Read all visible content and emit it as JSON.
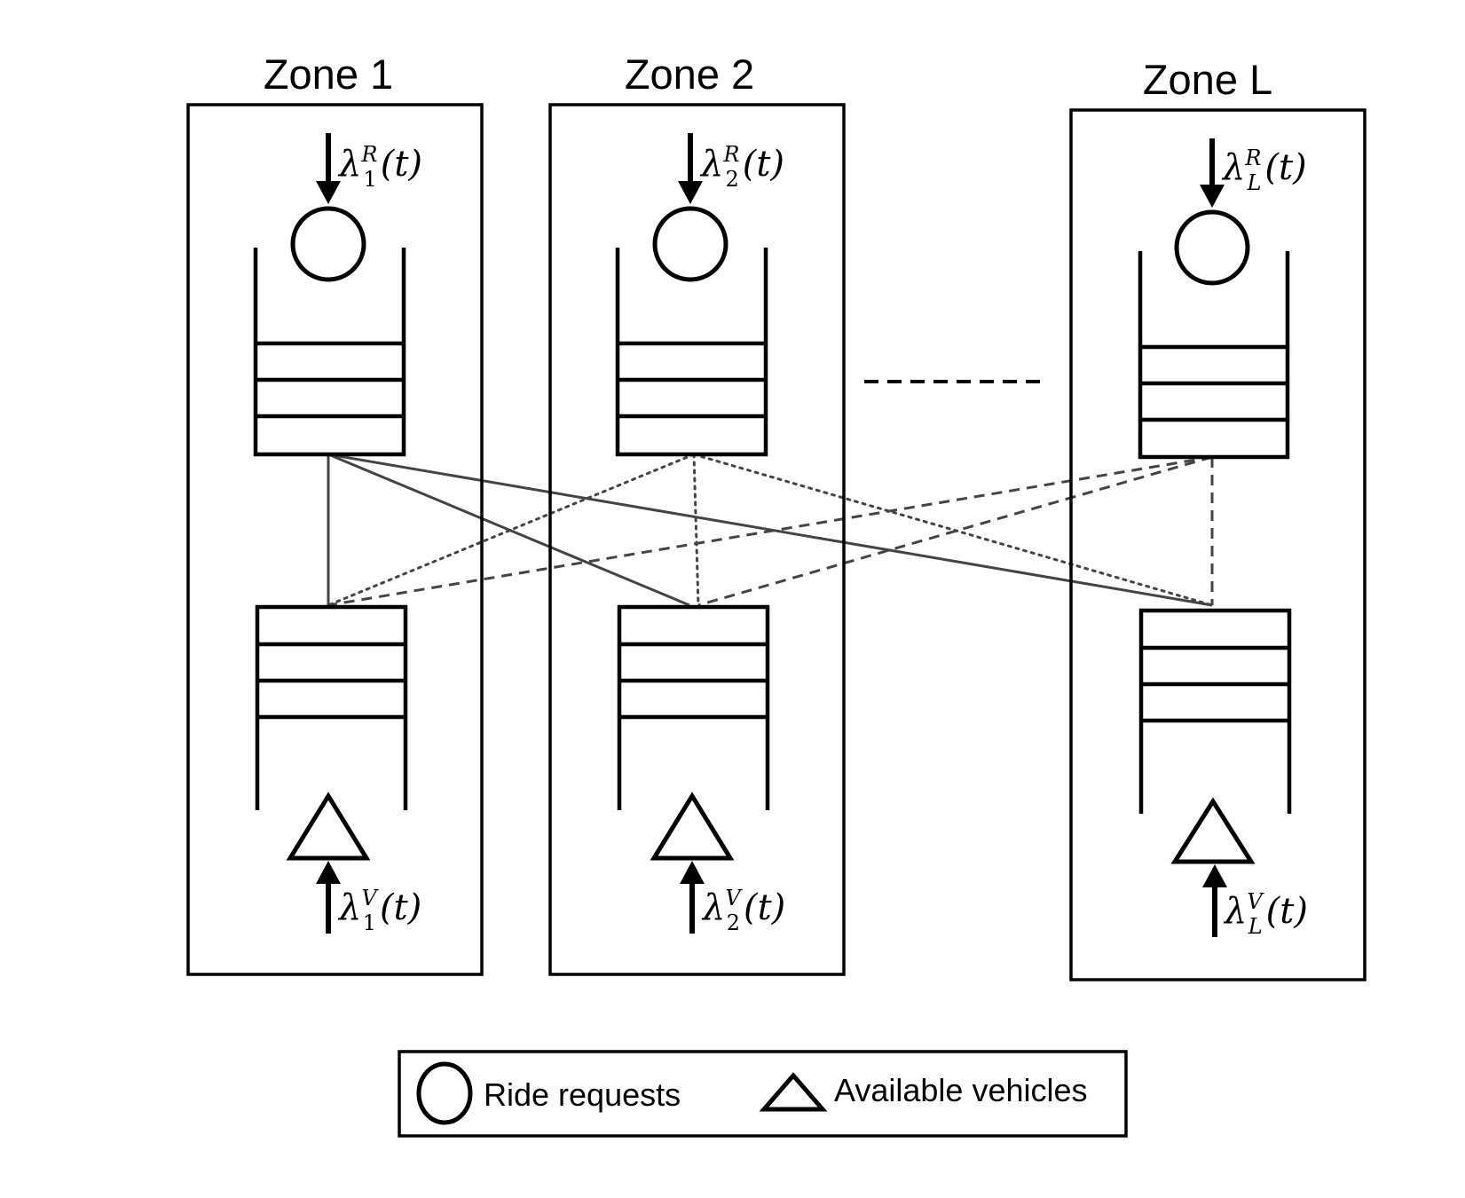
{
  "zones": [
    {
      "title": "Zone 1",
      "request_rate": {
        "base": "λ",
        "sup": "R",
        "sub": "1",
        "arg": "(t)"
      },
      "vehicle_rate": {
        "base": "λ",
        "sup": "V",
        "sub": "1",
        "arg": "(t)"
      }
    },
    {
      "title": "Zone 2",
      "request_rate": {
        "base": "λ",
        "sup": "R",
        "sub": "2",
        "arg": "(t)"
      },
      "vehicle_rate": {
        "base": "λ",
        "sup": "V",
        "sub": "2",
        "arg": "(t)"
      }
    },
    {
      "title": "Zone L",
      "request_rate": {
        "base": "λ",
        "sup": "R",
        "sub": "L",
        "arg": "(t)"
      },
      "vehicle_rate": {
        "base": "λ",
        "sup": "V",
        "sub": "L",
        "arg": "(t)"
      }
    }
  ],
  "legend": {
    "ride_requests": "Ride requests",
    "available_vehicles": "Available vehicles"
  },
  "links": [
    {
      "from_request_zone": 1,
      "to_vehicle_zone": 1,
      "style": "solid"
    },
    {
      "from_request_zone": 1,
      "to_vehicle_zone": 2,
      "style": "solid"
    },
    {
      "from_request_zone": 1,
      "to_vehicle_zone": "L",
      "style": "solid"
    },
    {
      "from_request_zone": 2,
      "to_vehicle_zone": 1,
      "style": "dotted"
    },
    {
      "from_request_zone": 2,
      "to_vehicle_zone": 2,
      "style": "dotted"
    },
    {
      "from_request_zone": 2,
      "to_vehicle_zone": "L",
      "style": "dotted"
    },
    {
      "from_request_zone": "L",
      "to_vehicle_zone": 1,
      "style": "dashed"
    },
    {
      "from_request_zone": "L",
      "to_vehicle_zone": 2,
      "style": "dashed"
    },
    {
      "from_request_zone": "L",
      "to_vehicle_zone": "L",
      "style": "dashed"
    }
  ]
}
